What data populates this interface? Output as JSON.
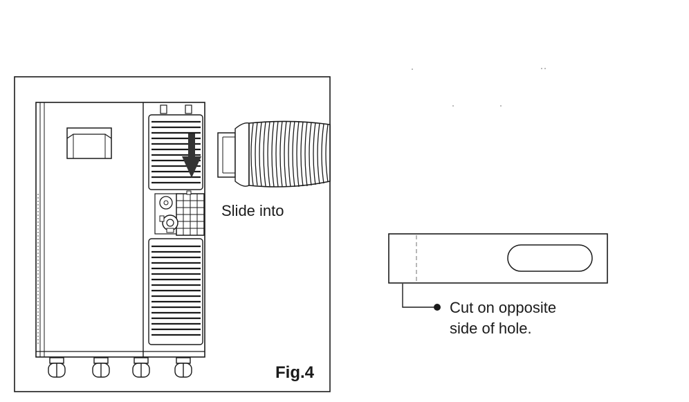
{
  "figure": {
    "label": "Fig.4",
    "slide_label": "Slide into"
  },
  "callout": {
    "line1": "Cut on opposite",
    "line2": "side of hole."
  },
  "colors": {
    "ink": "#1a1a1a",
    "background": "#ffffff",
    "dashed_line": "#9a9a9a"
  }
}
